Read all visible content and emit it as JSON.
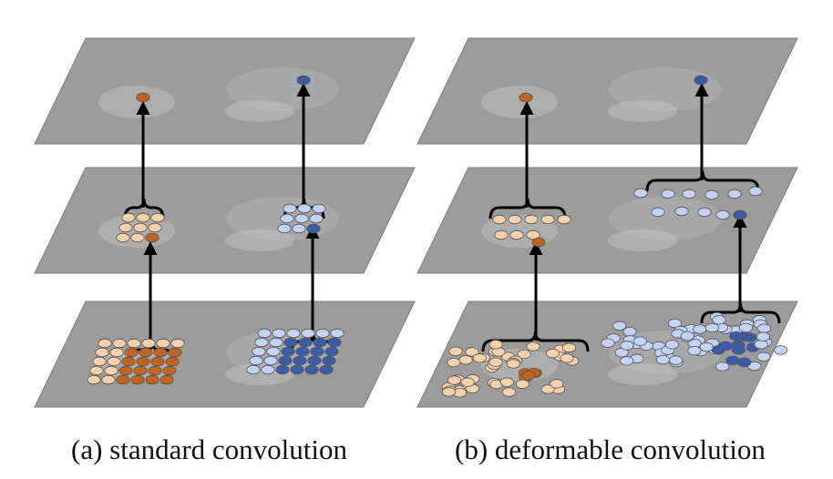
{
  "captions": {
    "a": "(a) standard convolution",
    "b": "(b) deformable convolution"
  },
  "colors": {
    "layer_fill": "#9c9c9c",
    "layer_edge": "#7d7d7d",
    "orange_light": "#f6d1ad",
    "orange_dark": "#c2641f",
    "blue_light": "#c3d3f3",
    "blue_dark": "#3a5ca8",
    "arrow": "#000000"
  },
  "panels": [
    "standard-convolution",
    "deformable-convolution"
  ],
  "layers_per_panel": [
    "top-feature-map",
    "middle-feature-map",
    "bottom-input-map"
  ]
}
